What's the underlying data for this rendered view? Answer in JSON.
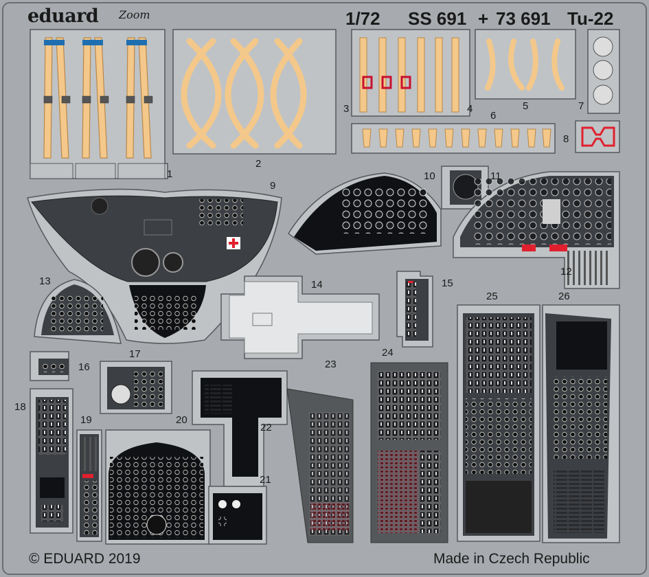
{
  "header": {
    "brand": "eduard",
    "zoom_mark": "Zoom",
    "scale": "1/72",
    "set_ss": "SS 691",
    "plus": "+",
    "set_73": "73 691",
    "model": "Tu-22"
  },
  "parts": {
    "p1": "1",
    "p2": "2",
    "p3": "3",
    "p4": "4",
    "p5": "5",
    "p6": "6",
    "p7": "7",
    "p8": "8",
    "p9": "9",
    "p10": "10",
    "p11": "11",
    "p12": "12",
    "p13": "13",
    "p14": "14",
    "p15": "15",
    "p16": "16",
    "p17": "17",
    "p18": "18",
    "p19": "19",
    "p20": "20",
    "p21": "21",
    "p22": "22",
    "p23": "23",
    "p24": "24",
    "p25": "25",
    "p26": "26"
  },
  "footer": {
    "copyright": "© EDUARD 2019",
    "origin": "Made in Czech Republic"
  },
  "colors": {
    "fret": "#a7abaf",
    "frame": "#bfc3c6",
    "outline": "#55585b",
    "belt": "#f3c88a",
    "belt_dark": "#b8874a",
    "panel_dark": "#3c3f43",
    "panel_black": "#101114",
    "red": "#e0202e",
    "blue": "#1f6fb0"
  }
}
